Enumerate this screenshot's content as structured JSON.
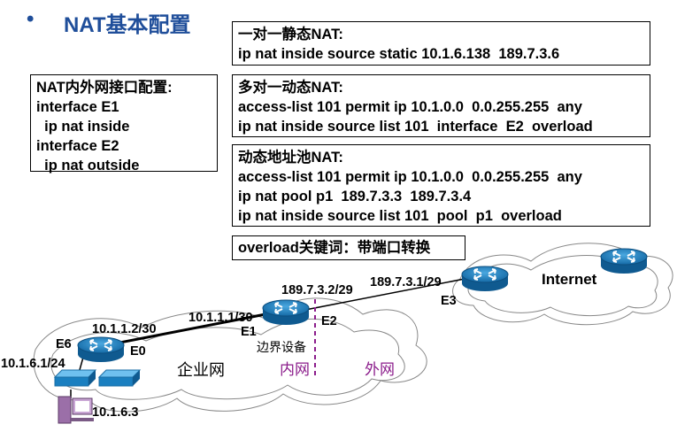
{
  "title": {
    "bullet": "•",
    "text": "NAT基本配置"
  },
  "boxes": {
    "interface_config": {
      "lines": [
        "NAT内外网接口配置:",
        "interface E1",
        "  ip nat inside",
        "interface E2",
        "  ip nat outside"
      ]
    },
    "static_nat": {
      "lines": [
        "一对一静态NAT:",
        "ip nat inside source static 10.1.6.138  189.7.3.6"
      ]
    },
    "dynamic_nat": {
      "lines": [
        "多对一动态NAT:",
        "access-list 101 permit ip 10.1.0.0  0.0.255.255  any",
        "ip nat inside source list 101  interface  E2  overload"
      ]
    },
    "pool_nat": {
      "lines": [
        "动态地址池NAT:",
        "access-list 101 permit ip 10.1.0.0  0.0.255.255  any",
        "ip nat pool p1  189.7.3.3  189.7.3.4",
        "ip nat inside source list 101  pool  p1  overload"
      ]
    },
    "overload_note": {
      "lines": [
        "overload关键词：带端口转换"
      ]
    }
  },
  "diagram": {
    "internet_label": "Internet",
    "labels": {
      "e2_ip": "189.7.3.2/29",
      "isp_ip": "189.7.3.1/29",
      "e3": "E3",
      "e1_ip": "10.1.1.1/30",
      "e1": "E1",
      "e2": "E2",
      "border_device": "边界设备",
      "inner_net": "内网",
      "outer_net": "外网",
      "enterprise_net": "企业网",
      "e0_ip": "10.1.1.2/30",
      "e6": "E6",
      "e0": "E0",
      "e6_ip": "10.1.6.1/24",
      "host_ip": "10.1.6.3"
    },
    "colors": {
      "router": "#1a7fc0",
      "title": "#1f4e9a",
      "zone": "#8b1c8b"
    }
  }
}
